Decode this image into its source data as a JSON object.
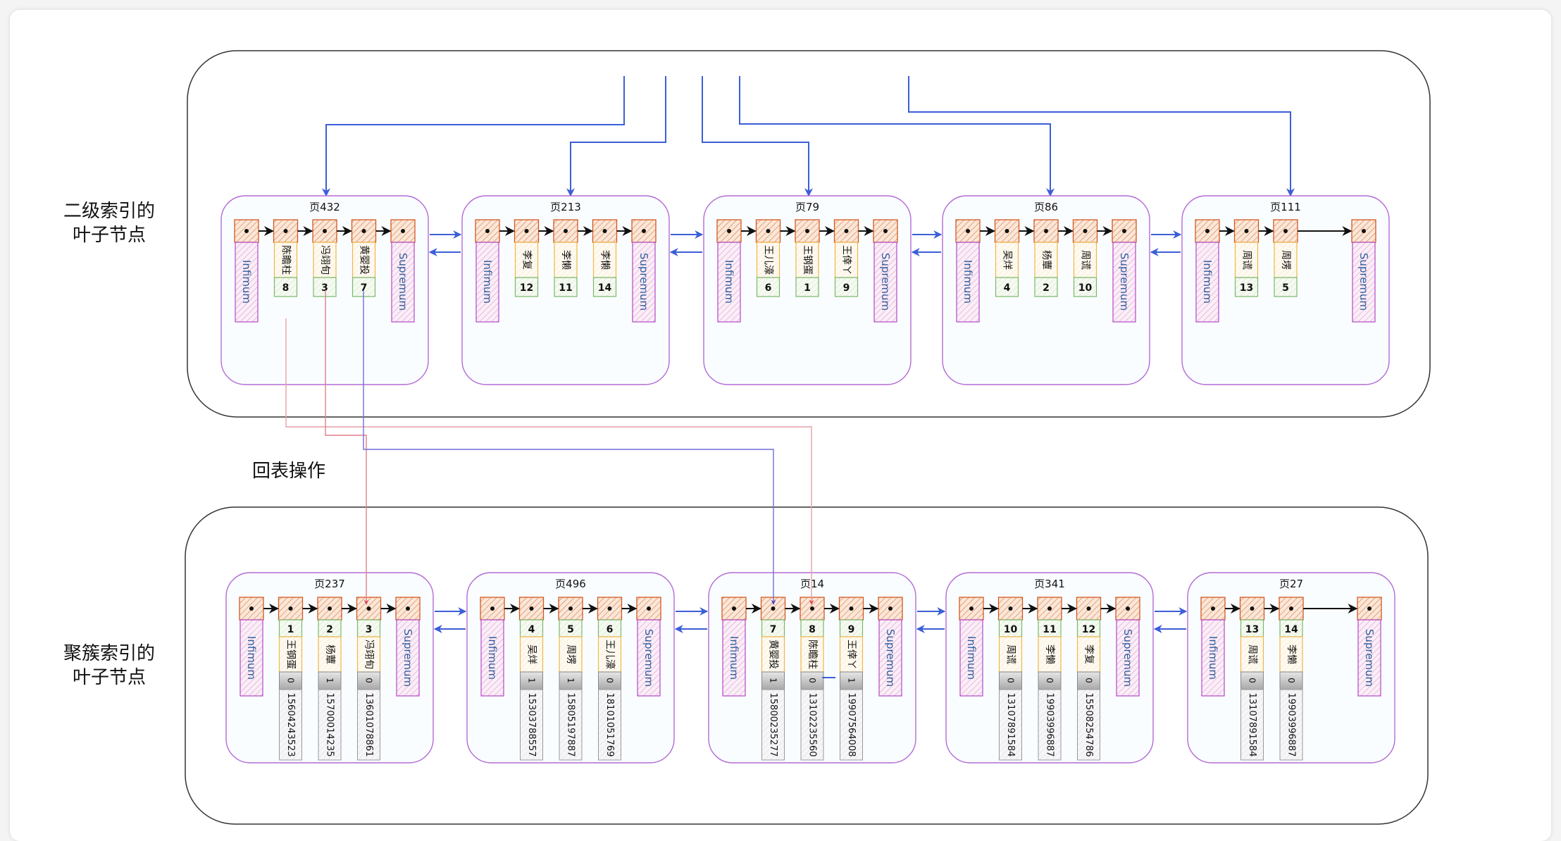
{
  "labels": {
    "secondary_index": [
      "二级索引的",
      "叶子节点"
    ],
    "clustered_index": [
      "聚簇索引的",
      "叶子节点"
    ],
    "lookup": "回表操作"
  },
  "record_labels": {
    "infimum": "Infimum",
    "supremum": "Supremum"
  },
  "colors": {
    "pointer_line": "#3b5fd6",
    "lookup_red": "#e07f88",
    "lookup_blue": "#6f6fd8",
    "page_border": "#b36bd6",
    "container_border": "#333333",
    "record_head_fill": "#f5d9c6",
    "record_head_border": "#d4581f",
    "pseudo_border": "#b548c8",
    "pseudo_text": "#2f5d9a",
    "name_border": "#f0b649",
    "id_border": "#7ab86b",
    "flag_fill": "#bfbfbf"
  },
  "secondary_pages": [
    {
      "title": "页432",
      "records": [
        {
          "name": "陈瞻柱",
          "id": "8"
        },
        {
          "name": "冯翊旬",
          "id": "3"
        },
        {
          "name": "黄婴投",
          "id": "7"
        }
      ]
    },
    {
      "title": "页213",
      "records": [
        {
          "name": "李复",
          "id": "12"
        },
        {
          "name": "李懒",
          "id": "11"
        },
        {
          "name": "李懒",
          "id": "14"
        }
      ]
    },
    {
      "title": "页79",
      "records": [
        {
          "name": "王儿濠",
          "id": "6"
        },
        {
          "name": "王钢蛋",
          "id": "1"
        },
        {
          "name": "王倖ㄚ",
          "id": "9"
        }
      ]
    },
    {
      "title": "页86",
      "records": [
        {
          "name": "吴烊",
          "id": "4"
        },
        {
          "name": "杨蕈",
          "id": "2"
        },
        {
          "name": "周谎",
          "id": "10"
        }
      ]
    },
    {
      "title": "页111",
      "records": [
        {
          "name": "周谎",
          "id": "13"
        },
        {
          "name": "周塄",
          "id": "5"
        }
      ]
    }
  ],
  "clustered_pages": [
    {
      "title": "页237",
      "records": [
        {
          "id": "1",
          "name": "王钢蛋",
          "flag": "0",
          "phone": "15604243523"
        },
        {
          "id": "2",
          "name": "杨蕈",
          "flag": "1",
          "phone": "15700014235"
        },
        {
          "id": "3",
          "name": "冯翊旬",
          "flag": "0",
          "phone": "13601078861"
        }
      ]
    },
    {
      "title": "页496",
      "records": [
        {
          "id": "4",
          "name": "吴烊",
          "flag": "1",
          "phone": "15303788557"
        },
        {
          "id": "5",
          "name": "周塄",
          "flag": "1",
          "phone": "15805197887"
        },
        {
          "id": "6",
          "name": "王儿濠",
          "flag": "0",
          "phone": "18101051769"
        }
      ]
    },
    {
      "title": "页14",
      "records": [
        {
          "id": "7",
          "name": "黄婴投",
          "flag": "1",
          "phone": "15800235277"
        },
        {
          "id": "8",
          "name": "陈瞻柱",
          "flag": "0",
          "phone": "13102235560"
        },
        {
          "id": "9",
          "name": "王倖ㄚ",
          "flag": "1",
          "phone": "19907564008"
        }
      ]
    },
    {
      "title": "页341",
      "records": [
        {
          "id": "10",
          "name": "周谎",
          "flag": "0",
          "phone": "13107891584"
        },
        {
          "id": "11",
          "name": "李懒",
          "flag": "0",
          "phone": "19903996887"
        },
        {
          "id": "12",
          "name": "李复",
          "flag": "0",
          "phone": "15508254786"
        }
      ]
    },
    {
      "title": "页27",
      "records": [
        {
          "id": "13",
          "name": "周谎",
          "flag": "0",
          "phone": "13107891584"
        },
        {
          "id": "14",
          "name": "李懒",
          "flag": "0",
          "phone": "19903996887"
        }
      ]
    }
  ]
}
